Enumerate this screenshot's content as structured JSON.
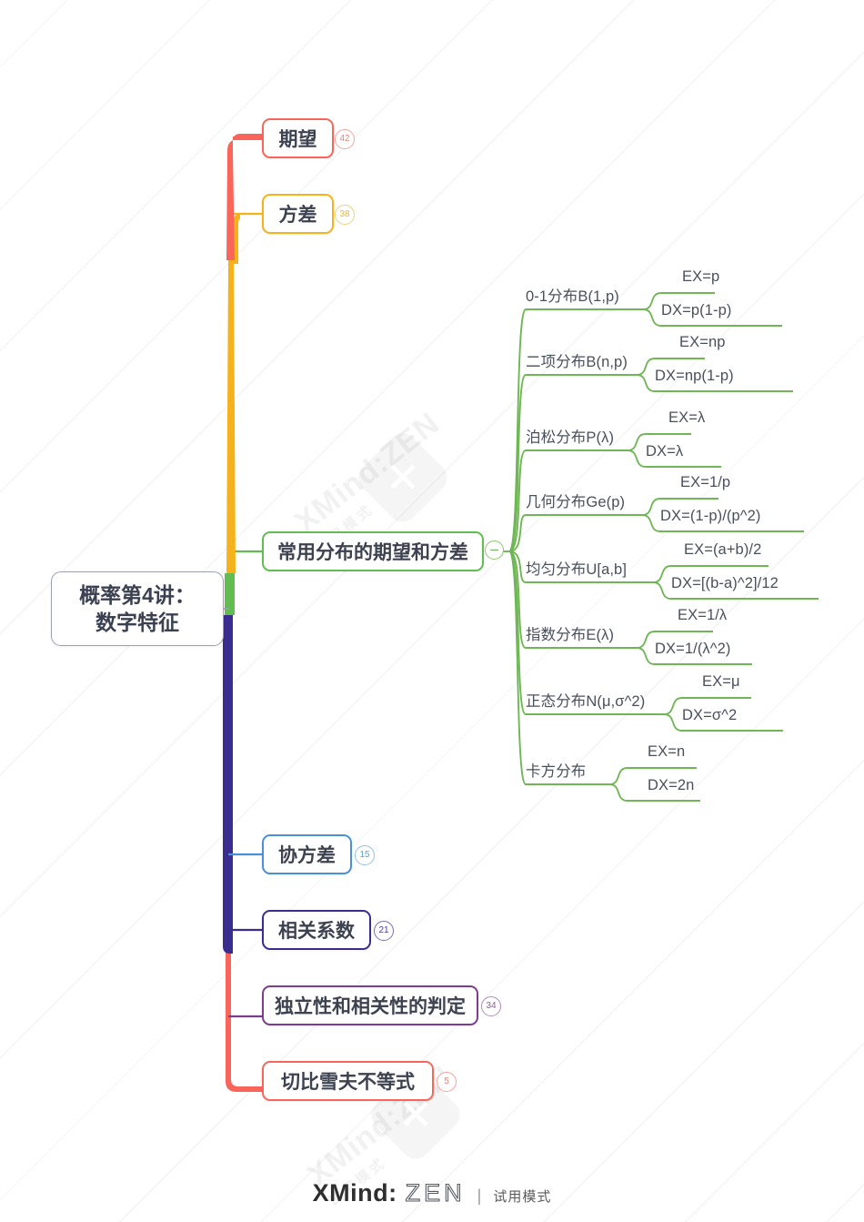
{
  "document": {
    "root": {
      "label": "概率第4讲：\n数字特征",
      "line1": "概率第4讲：",
      "line2": "数字特征"
    },
    "branches": [
      {
        "label": "期望",
        "badge": "42",
        "color": "#f9655b"
      },
      {
        "label": "方差",
        "badge": "38",
        "color": "#f6b21b"
      },
      {
        "label": "常用分布的期望和方差",
        "badge": "",
        "color": "#61bd4f",
        "collapse": "minus"
      },
      {
        "label": "协方差",
        "badge": "15",
        "color": "#4a90d9"
      },
      {
        "label": "相关系数",
        "badge": "21",
        "color": "#3b2d8f"
      },
      {
        "label": "独立性和相关性的判定",
        "badge": "34",
        "color": "#7d3c8e"
      },
      {
        "label": "切比雪夫不等式",
        "badge": "5",
        "color": "#f9655b"
      }
    ],
    "distributions": [
      {
        "name": "0-1分布B(1,p)",
        "ex": "EX=p",
        "dx": "DX=p(1-p)"
      },
      {
        "name": "二项分布B(n,p)",
        "ex": "EX=np",
        "dx": "DX=np(1-p)"
      },
      {
        "name": "泊松分布P(λ)",
        "ex": "EX=λ",
        "dx": "DX=λ"
      },
      {
        "name": "几何分布Ge(p)",
        "ex": "EX=1/p",
        "dx": "DX=(1-p)/(p^2)"
      },
      {
        "name": "均匀分布U[a,b]",
        "ex": "EX=(a+b)/2",
        "dx": "DX=[(b-a)^2]/12"
      },
      {
        "name": "指数分布E(λ)",
        "ex": "EX=1/λ",
        "dx": "DX=1/(λ^2)"
      },
      {
        "name": "正态分布N(μ,σ^2)",
        "ex": "EX=μ",
        "dx": "DX=σ^2"
      },
      {
        "name": "卡方分布",
        "ex": "EX=n",
        "dx": "DX=2n"
      }
    ]
  },
  "watermark": {
    "brand": "XMind:ZEN",
    "mode": "试用模式",
    "logo_glyph": "✕"
  },
  "footer": {
    "brand_bold": "XMind:",
    "brand_light": "ZEN",
    "separator": "|",
    "mode": "试用模式"
  }
}
